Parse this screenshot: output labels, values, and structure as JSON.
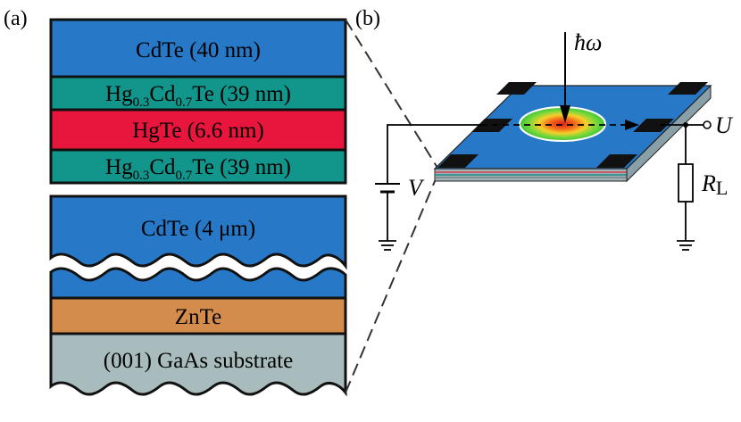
{
  "panel_labels": {
    "a": "(a)",
    "b": "(b)"
  },
  "layers": {
    "cdte_cap": "CdTe (40 nm)",
    "barrier_top": {
      "base": "Hg",
      "sub1": "0.3",
      "mid": "Cd",
      "sub2": "0.7",
      "tail": "Te (39 nm)"
    },
    "well": "HgTe (6.6 nm)",
    "barrier_bottom": {
      "base": "Hg",
      "sub1": "0.3",
      "mid": "Cd",
      "sub2": "0.7",
      "tail": "Te (39 nm)"
    },
    "cdte_buffer": "CdTe (4 μm)",
    "znte": "ZnTe",
    "substrate": "(001) GaAs substrate"
  },
  "circuit": {
    "photon": "ħω",
    "bias": "V",
    "output": "U",
    "load_base": "R",
    "load_sub": "L"
  },
  "colors": {
    "cdte": "#2878c8",
    "hgcdte": "#12968c",
    "hgte": "#e8163c",
    "znte": "#d48c4c",
    "gaas": "#a8bcbe",
    "contact": "#111111"
  }
}
